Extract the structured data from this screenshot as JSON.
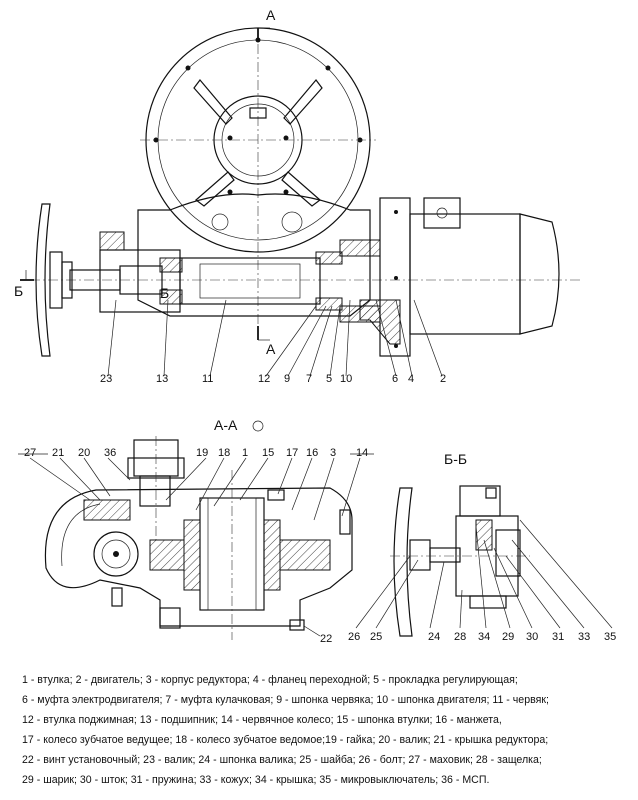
{
  "sections": {
    "cut_a_top": "А",
    "cut_a_bottom": "А",
    "cut_b_left": "Б",
    "cut_b_mid": "Б",
    "view_aa": "А-А",
    "view_bb": "Б-Б"
  },
  "callouts_top": [
    "23",
    "13",
    "11",
    "12",
    "9",
    "7",
    "5",
    "10",
    "6",
    "4",
    "2"
  ],
  "callouts_aa": [
    "27",
    "21",
    "20",
    "36",
    "19",
    "18",
    "1",
    "15",
    "17",
    "16",
    "3",
    "14",
    "22"
  ],
  "callouts_bb": [
    "26",
    "25",
    "24",
    "28",
    "34",
    "29",
    "30",
    "31",
    "33",
    "35"
  ],
  "legend": [
    "1 - втулка; 2 - двигатель; 3 - корпус редуктора; 4 - фланец переходной; 5 - прокладка регулирующая;",
    "6 - муфта электродвигателя; 7 - муфта кулачковая; 9 - шпонка червяка; 10 - шпонка двигателя; 11 - червяк;",
    "12 - втулка поджимная; 13 - подшипник; 14 - червячное колесо; 15 - шпонка втулки; 16 - манжета,",
    "17 - колесо зубчатое ведущее; 18 - колесо зубчатое ведомое;19 - гайка; 20 - валик; 21 - крышка редуктора;",
    "22 - винт установочный; 23 - валик; 24 - шпонка валика; 25 - шайба; 26 - болт; 27 - маховик; 28 - защелка;",
    "29 - шарик; 30 - шток; 31 - пружина; 33 - кожух; 34 - крышка; 35 - микровыключатель; 36 - МСП."
  ]
}
